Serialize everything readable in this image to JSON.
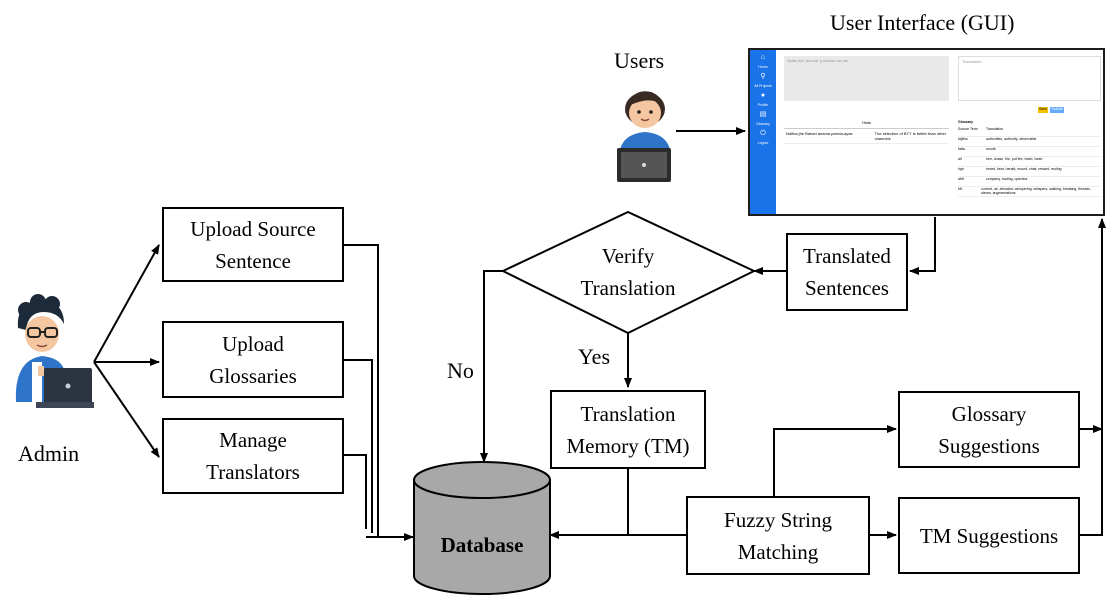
{
  "diagram": {
    "gui_title": "User Interface (GUI)",
    "users_label": "Users",
    "admin_label": "Admin",
    "no_label": "No",
    "yes_label": "Yes",
    "database_label": "Database",
    "nodes": {
      "upload_source": "Upload Source\nSentence",
      "upload_glossaries": "Upload\nGlossaries",
      "manage_translators": "Manage\nTranslators",
      "verify": "Verify\nTranslation",
      "translated": "Translated\nSentences",
      "tm": "Translation\nMemory (TM)",
      "glossary_suggestions": "Glossary\nSuggestions",
      "fuzzy": "Fuzzy String\nMatching",
      "tm_suggestions": "TM Suggestions"
    },
    "colors": {
      "stroke": "#000000",
      "database_fill": "#a8a8a8",
      "gui_sidebar": "#1a73e8",
      "avatar_skin": "#f4c7a1"
    },
    "icons": {
      "users": "user-laptop-icon",
      "admin": "admin-laptop-icon"
    }
  },
  "gui_screenshot": {
    "sidebar": [
      {
        "icon": "home-icon",
        "label": "Home"
      },
      {
        "icon": "search-icon",
        "label": "All Projects"
      },
      {
        "icon": "person-icon",
        "label": "Profile"
      },
      {
        "icon": "list-icon",
        "label": "Glossary"
      },
      {
        "icon": "power-icon",
        "label": "Logout"
      }
    ],
    "source_placeholder": "Ayfas Abi, ara-kar g rabada aw aw",
    "target_label": "Translation",
    "save_button": "Save",
    "submit_button": "Submit",
    "history_header": "Hints",
    "history_rows": [
      {
        "left": "Ndifna jhe Bahari anama parrda-ayas",
        "right": "The selection of BTY is better than other channels"
      }
    ],
    "glossary_header": "Glossary",
    "glossary_columns": [
      "Source Term",
      "Translation"
    ],
    "glossary_rows": [
      {
        "term": "fajttha",
        "translation": "authorities, authority, observable"
      },
      {
        "term": "fatta",
        "translation": "mouth"
      },
      {
        "term": "alt",
        "translation": "hen, chase, fire, put fire, heart, heart"
      },
      {
        "term": "hgh",
        "translation": "heard, hear, herald, mount, chair, reward, reuling"
      },
      {
        "term": "abft",
        "translation": "company, trading, operator"
      },
      {
        "term": "bft",
        "translation": "current, air, elevated, whispering, whispers, walking, breaking, threads, steam, augmentations"
      }
    ]
  }
}
